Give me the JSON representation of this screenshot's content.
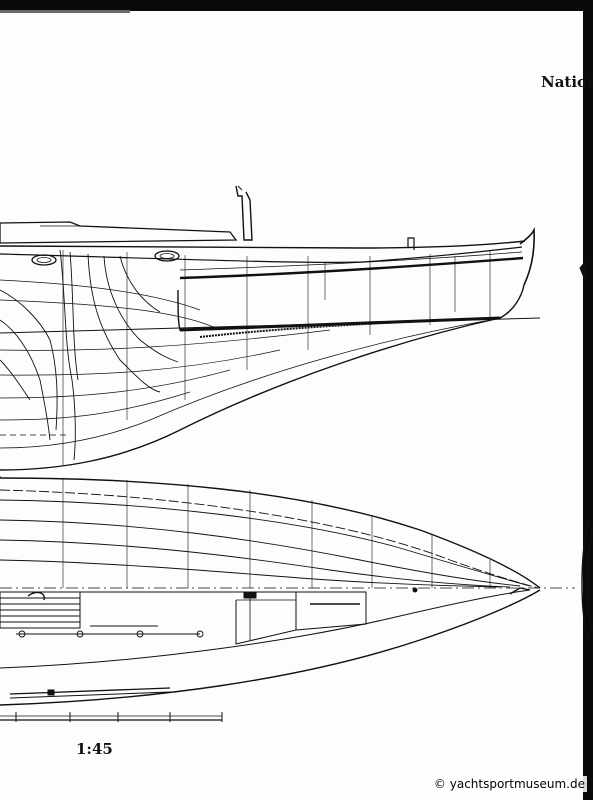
{
  "sheet": {
    "header_text": "Nation",
    "scale_label": "1:45",
    "watermark": "© yachtsportmuseum.de"
  },
  "colors": {
    "ink": "#111111",
    "paper": "#fdfdfb",
    "frame": "#0a0a0a"
  }
}
